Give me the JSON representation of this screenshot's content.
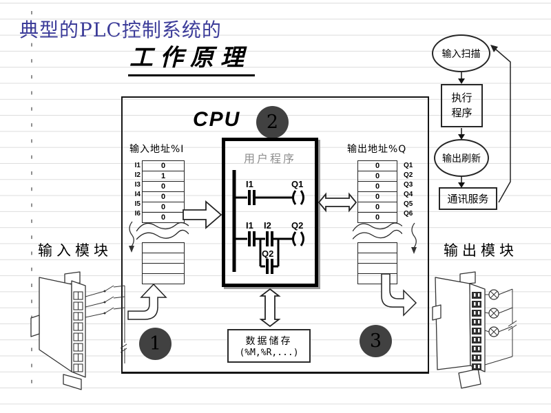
{
  "slide": {
    "title_prefix": "典型的PLC控制系统的",
    "title_main": "工作原理"
  },
  "cpu": {
    "label": "CPU",
    "program_title": "用户程序",
    "ladder": {
      "rung1_contact": "I1",
      "rung1_coil": "Q1",
      "rung2_contact1": "I1",
      "rung2_contact2": "I2",
      "rung2_coil": "Q2",
      "rung2_latch": "Q2"
    }
  },
  "markers": {
    "step1": "1",
    "step2": "2",
    "step3": "3"
  },
  "input_table": {
    "label": "输入地址%I",
    "rows": [
      {
        "name": "I1",
        "value": "0"
      },
      {
        "name": "I2",
        "value": "1"
      },
      {
        "name": "I3",
        "value": "0"
      },
      {
        "name": "I4",
        "value": "0"
      },
      {
        "name": "I5",
        "value": "0"
      },
      {
        "name": "I6",
        "value": "0"
      }
    ]
  },
  "output_table": {
    "label": "输出地址%Q",
    "rows": [
      {
        "name": "Q1",
        "value": "0"
      },
      {
        "name": "Q2",
        "value": "0"
      },
      {
        "name": "Q3",
        "value": "0"
      },
      {
        "name": "Q4",
        "value": "0"
      },
      {
        "name": "Q5",
        "value": "0"
      },
      {
        "name": "Q6",
        "value": "0"
      }
    ]
  },
  "data_storage": {
    "title": "数据储存",
    "subtitle": "(%M,%R,...)"
  },
  "scan_cycle": {
    "input_scan": "输入扫描",
    "execute_program": "执行程序",
    "output_refresh": "输出刷新",
    "comm_service": "通讯服务"
  },
  "modules": {
    "input_label": "输入模块",
    "output_label": "输出模块"
  },
  "colors": {
    "title_blue": "#3c3c99",
    "marker_fill": "#414141",
    "ruled_line": "#dcdcdc"
  }
}
